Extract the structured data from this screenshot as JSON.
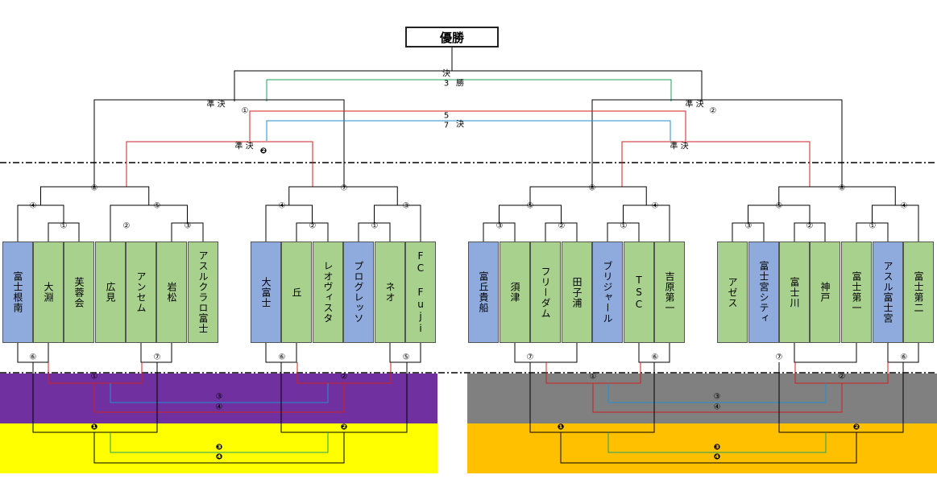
{
  "title": "優勝",
  "colors": {
    "band_top_left": "#7030a0",
    "band_bottom_left": "#ffff00",
    "band_top_right": "#808080",
    "band_bottom_right": "#ffc000",
    "team_blue": "#8faadc",
    "team_green": "#a9d18e",
    "line_black": "#000000",
    "line_red": "#d02020",
    "line_teal": "#20a060",
    "line_cyan": "#2090d0"
  },
  "teams": [
    {
      "name": "富士根南",
      "color": "blue"
    },
    {
      "name": "大淵",
      "color": "green"
    },
    {
      "name": "芙蓉会",
      "color": "green"
    },
    {
      "name": "広見",
      "color": "green"
    },
    {
      "name": "アンセム",
      "color": "green"
    },
    {
      "name": "岩松",
      "color": "green"
    },
    {
      "name": "アスルクラロ富士",
      "color": "green"
    },
    {
      "name": "大富士",
      "color": "blue"
    },
    {
      "name": "丘",
      "color": "green"
    },
    {
      "name": "レオヴィスタ",
      "color": "green"
    },
    {
      "name": "プログレッソ",
      "color": "blue"
    },
    {
      "name": "ネオ",
      "color": "green"
    },
    {
      "name": "FC Fuji",
      "color": "green"
    },
    {
      "name": "富丘貴船",
      "color": "blue"
    },
    {
      "name": "須津",
      "color": "green"
    },
    {
      "name": "フリーダム",
      "color": "green"
    },
    {
      "name": "田子浦",
      "color": "green"
    },
    {
      "name": "ブリジャール",
      "color": "blue"
    },
    {
      "name": "TSC",
      "color": "green"
    },
    {
      "name": "吉原第一",
      "color": "green"
    },
    {
      "name": "アゼス",
      "color": "green"
    },
    {
      "name": "富士宮シティ",
      "color": "blue"
    },
    {
      "name": "富士川",
      "color": "green"
    },
    {
      "name": "神戸",
      "color": "green"
    },
    {
      "name": "富士第一",
      "color": "green"
    },
    {
      "name": "アスル富士宮",
      "color": "blue"
    },
    {
      "name": "富士第二",
      "color": "green"
    }
  ],
  "labels": {
    "final_top": "決",
    "final_num": "3",
    "final_sub": "勝",
    "semi_left": "準 決",
    "semi_right": "準 決",
    "semi_left_num": "①",
    "semi_right_num": "②",
    "mid_num_a": "5",
    "mid_num_b": "7",
    "mid_sub": "決",
    "semi2_left": "準 決",
    "semi2_right": "準 決",
    "semi2_num": "❷",
    "c1": "①",
    "c2": "②",
    "c3": "③",
    "c4": "④",
    "c5": "⑤",
    "c6": "⑥",
    "c7": "⑦",
    "c8": "⑧",
    "b1": "❶",
    "b2": "❷",
    "b3": "❸",
    "b4": "❹"
  }
}
